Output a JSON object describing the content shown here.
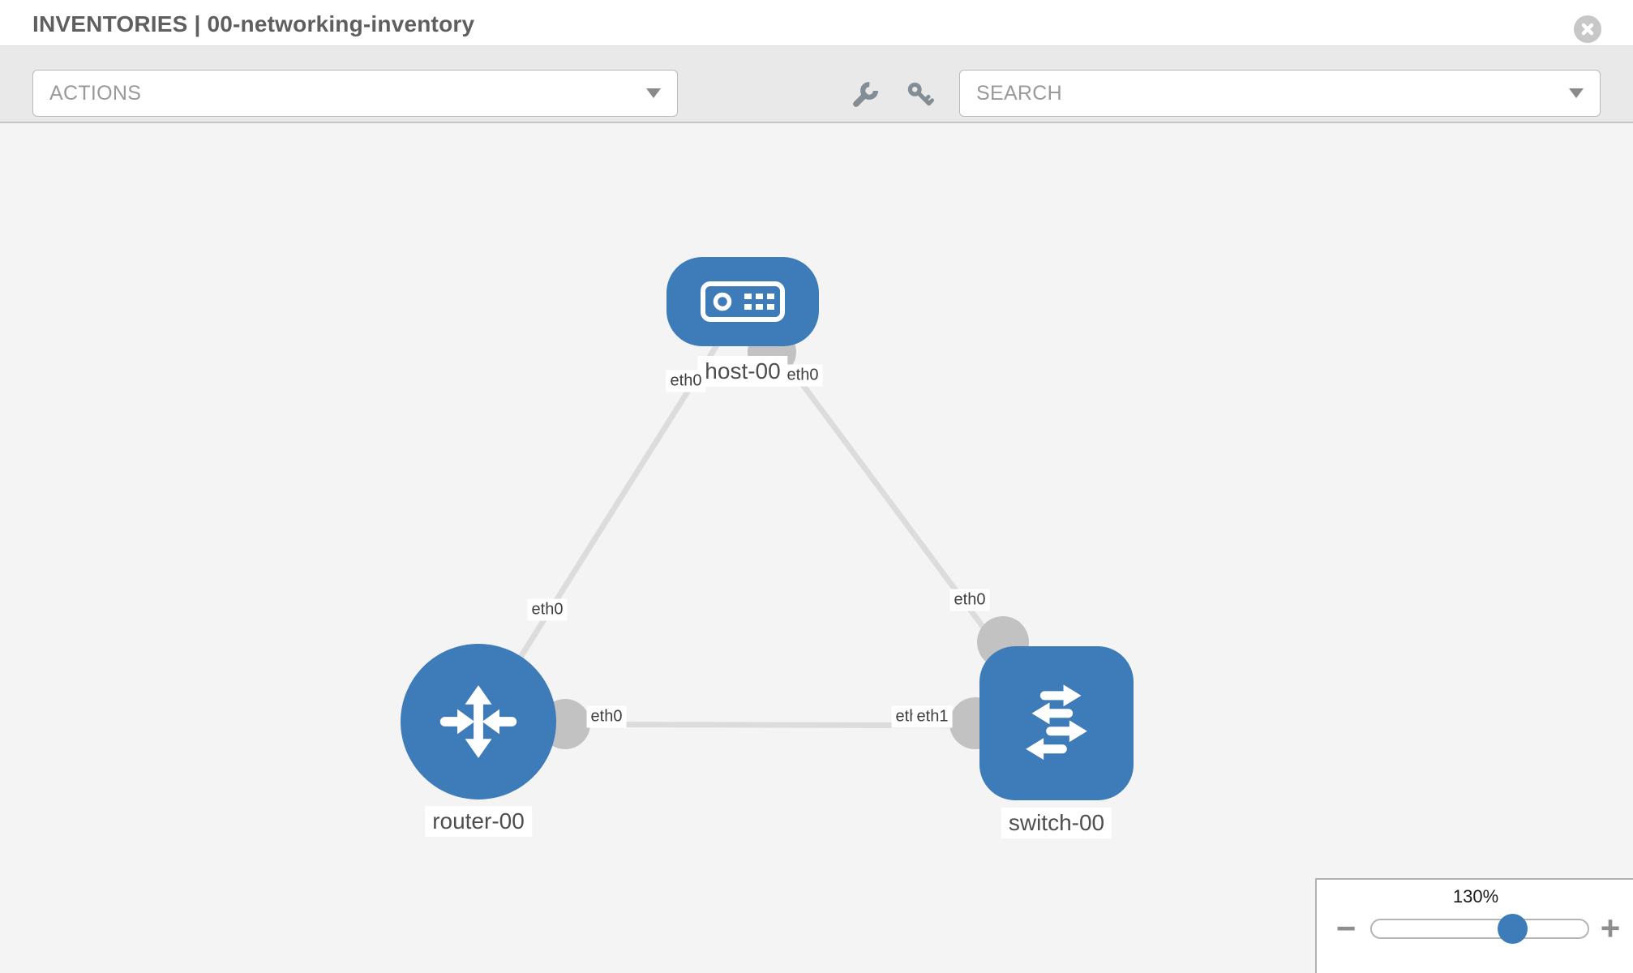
{
  "header": {
    "title": "INVENTORIES | 00-networking-inventory"
  },
  "toolbar": {
    "actions_label": "ACTIONS",
    "search_label": "SEARCH"
  },
  "diagram": {
    "node_labels": {
      "host": "host-00",
      "router": "router-00",
      "switch": "switch-00"
    },
    "nodes": [
      {
        "id": "host-00",
        "type": "host",
        "icon": "server-icon"
      },
      {
        "id": "router-00",
        "type": "router",
        "icon": "router-arrows-icon"
      },
      {
        "id": "switch-00",
        "type": "switch",
        "icon": "switch-arrows-icon"
      }
    ],
    "links": [
      {
        "from": "host-00",
        "to": "router-00",
        "from_iface": "eth0",
        "to_iface": "eth0"
      },
      {
        "from": "host-00",
        "to": "switch-00",
        "from_iface": "eth0",
        "to_iface": "eth0"
      },
      {
        "from": "router-00",
        "to": "switch-00",
        "from_iface": "eth0",
        "to_iface": "eth1"
      }
    ],
    "iface_labels": {
      "host_left": "eth0",
      "host_right": "eth0",
      "router_top": "eth0",
      "router_right": "eth0",
      "switch_top": "eth0",
      "switch_left_back": "eth0",
      "switch_left_front": "eth1"
    }
  },
  "zoom_control": {
    "value": "130%",
    "minus_label": "−",
    "plus_label": "+"
  },
  "colors": {
    "node_blue": "#3d7cb8",
    "link_gray": "#dcdcdc",
    "endpoint_gray": "#c2c2c2",
    "toolbar_gray": "#e9e9e9",
    "canvas_gray": "#f4f4f4"
  }
}
